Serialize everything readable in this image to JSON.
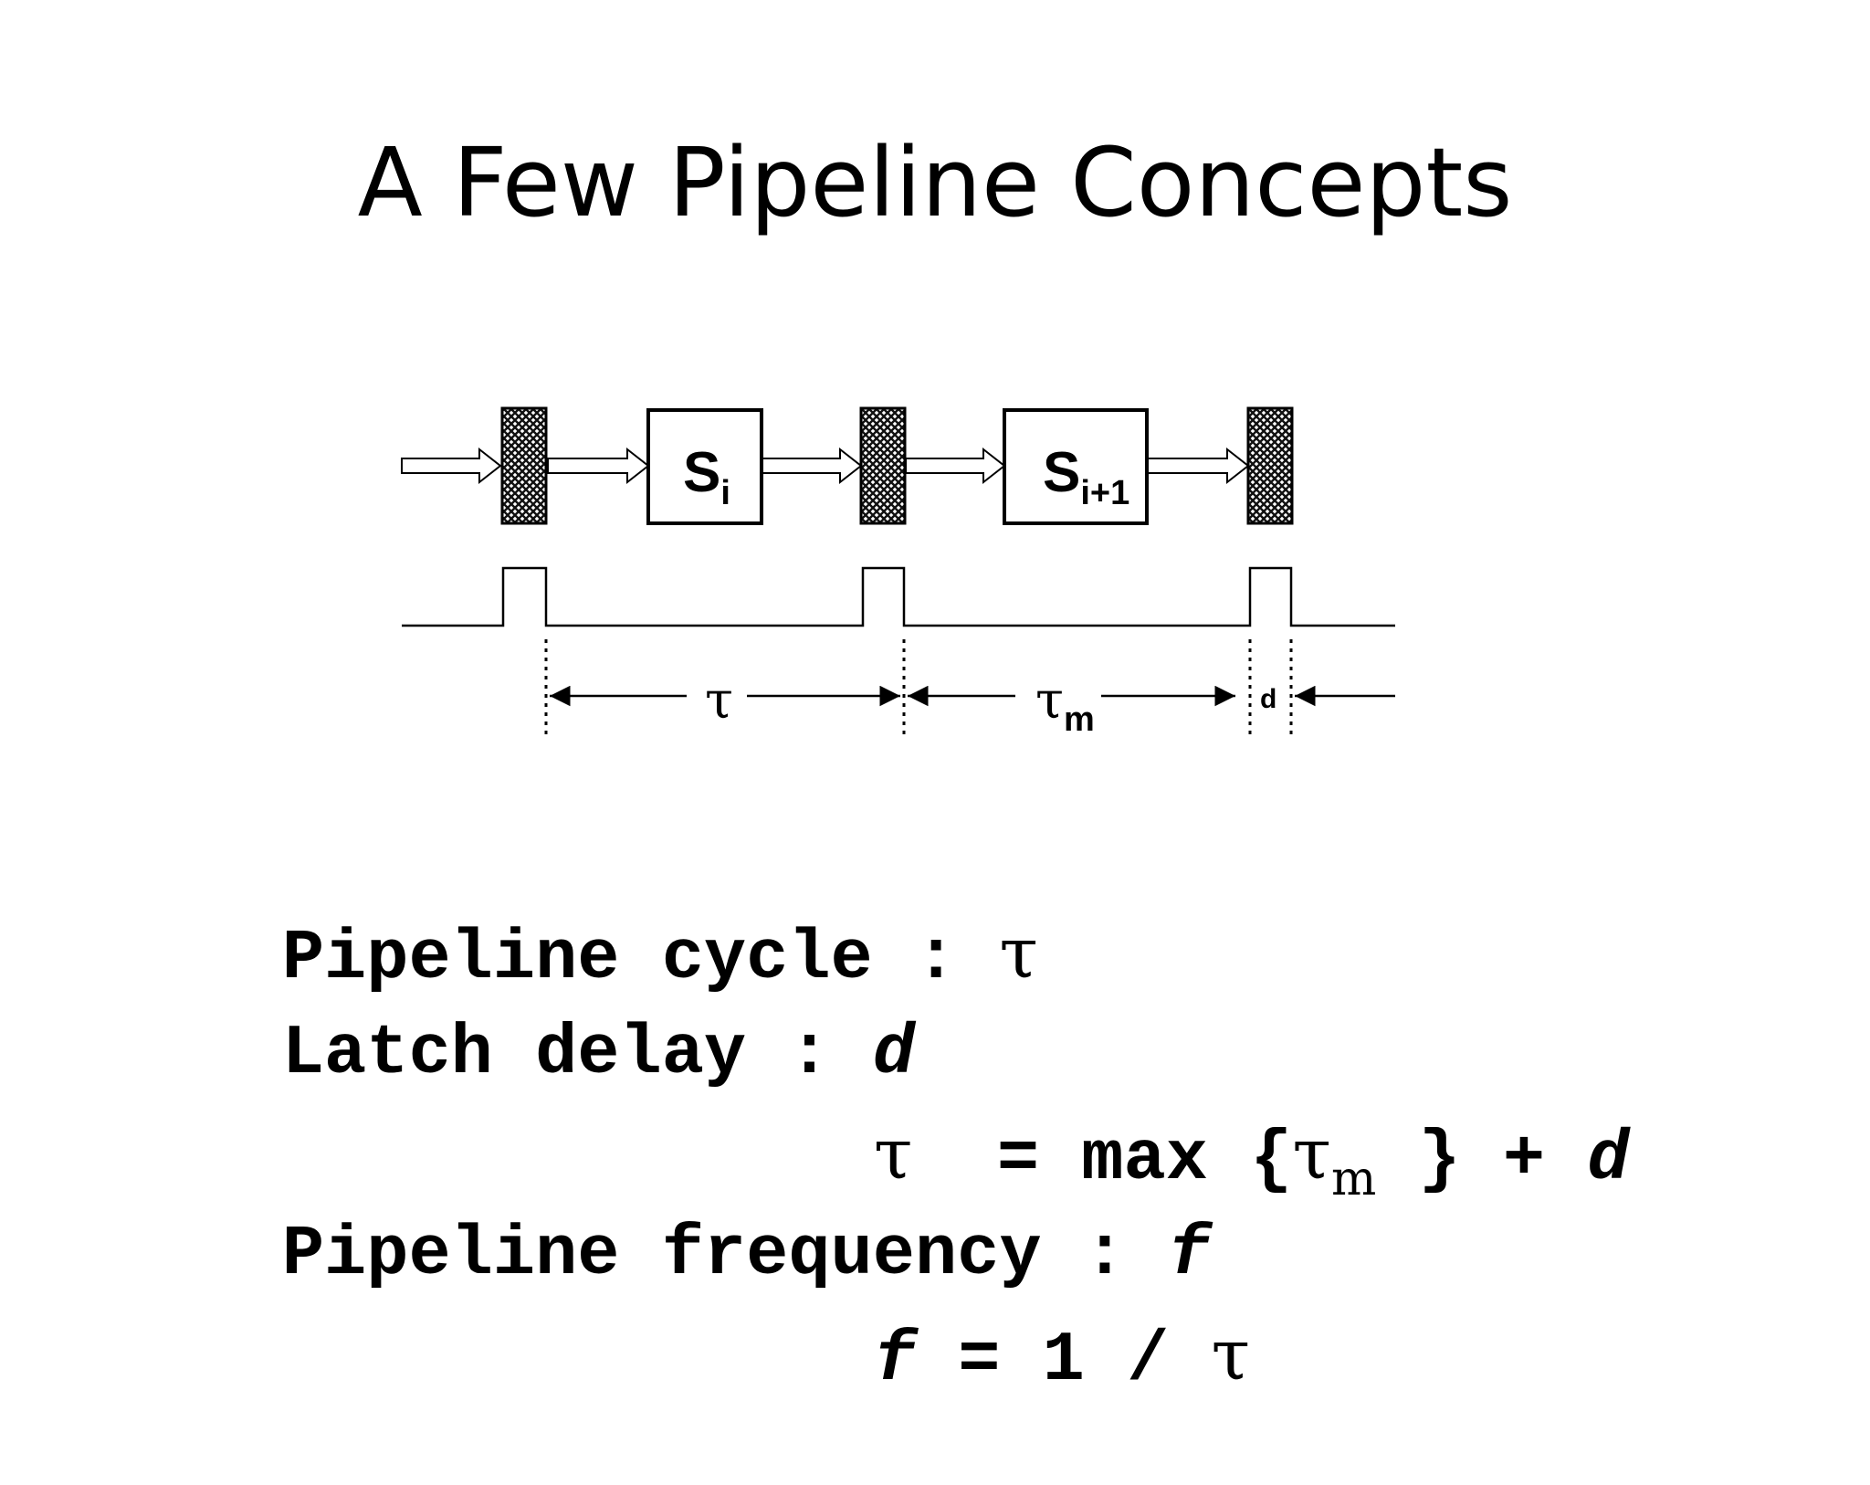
{
  "title": "A Few Pipeline Concepts",
  "diagram": {
    "stage_i_label": "S",
    "stage_i_sub": "i",
    "stage_i1_label": "S",
    "stage_i1_sub": "i+1",
    "tau_label": "τ",
    "tau_m_label": "τ",
    "tau_m_sub": "m",
    "d_label": "d"
  },
  "definitions": {
    "cycle_label": "Pipeline cycle : ",
    "cycle_symbol": "τ",
    "latch_label": "Latch delay : ",
    "latch_symbol": "d",
    "eq1_tau": "τ",
    "eq1_mid": "  = max {",
    "eq1_tau_m": "τ",
    "eq1_sub": "m",
    "eq1_close": " } + ",
    "eq1_d": "d",
    "freq_label": "Pipeline frequency : ",
    "freq_symbol": "f",
    "eq2_f": "f",
    "eq2_mid": " = 1 / ",
    "eq2_tau": "τ"
  }
}
